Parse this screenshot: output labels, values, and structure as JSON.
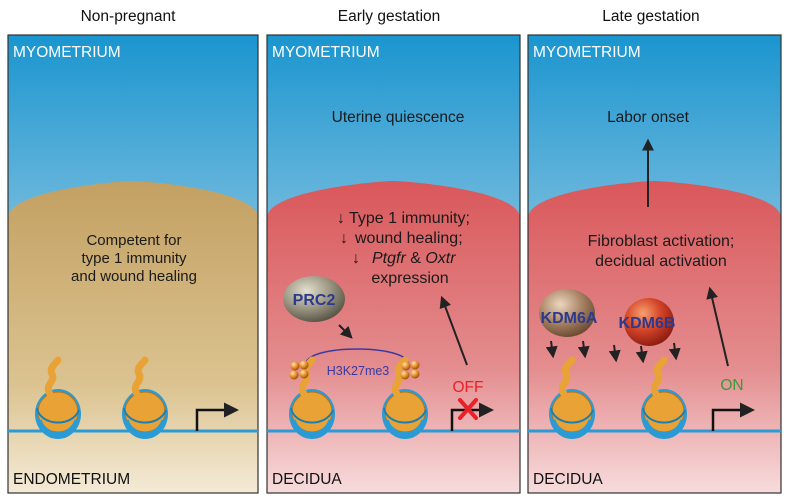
{
  "panels": [
    {
      "heading": "Non-pregnant",
      "top_label": "MYOMETRIUM",
      "center_lines": [
        "Competent for",
        "type 1 immunity",
        "and wound healing"
      ],
      "bottom_label": "ENDOMETRIUM"
    },
    {
      "heading": "Early gestation",
      "top_label": "MYOMETRIUM",
      "state_text": "Uterine quiescence",
      "effects": {
        "line1": "Type 1 immunity;",
        "line2": "wound healing;",
        "gene1": "Ptgfr",
        "amp": " & ",
        "gene2": "Oxtr",
        "line4": "expression",
        "down_arrow": "↓"
      },
      "complex": "PRC2",
      "mark": "H3K27me3",
      "status": "OFF",
      "bottom_label": "DECIDUA"
    },
    {
      "heading": "Late gestation",
      "top_label": "MYOMETRIUM",
      "state_text": "Labor onset",
      "center_lines": [
        "Fibroblast activation;",
        "decidual activation"
      ],
      "enzyme1": "KDM6A",
      "enzyme2": "KDM6B",
      "status": "ON",
      "bottom_label": "DECIDUA"
    }
  ],
  "colors": {
    "myometrium_blue": "#1a95cf",
    "endometrium_tan": "#c9a868",
    "decidua_red": "#d9595c",
    "nucleosome_orange": "#e9a236",
    "dna_blue": "#2a9bd4",
    "off_red": "#e8202a",
    "on_green": "#3a9a3a",
    "enzyme_text": "#2b3a8f"
  }
}
